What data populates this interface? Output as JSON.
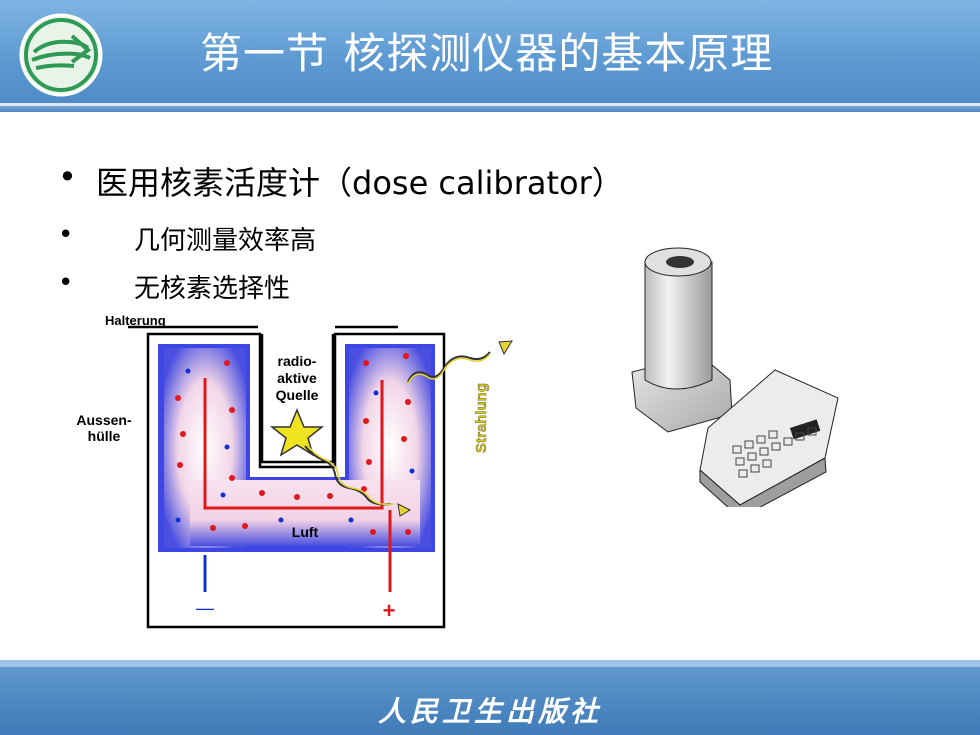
{
  "header": {
    "title": "第一节  核探测仪器的基本原理"
  },
  "bullets": [
    {
      "dot": "•",
      "text": "医用核素活度计（dose calibrator）"
    },
    {
      "dot": "•",
      "text": "几何测量效率高"
    },
    {
      "dot": "•",
      "text": "无核素选择性"
    }
  ],
  "diagram": {
    "halterung": "Halterung",
    "source_line1": "radio-",
    "source_line2": "aktive",
    "source_line3": "Quelle",
    "aussen_line1": "Aussen-",
    "aussen_line2": "hülle",
    "strahlung": "Strahlung",
    "luft": "Luft",
    "minus": "—",
    "plus": "+"
  },
  "footer": {
    "publisher": "人民卫生出版社"
  }
}
